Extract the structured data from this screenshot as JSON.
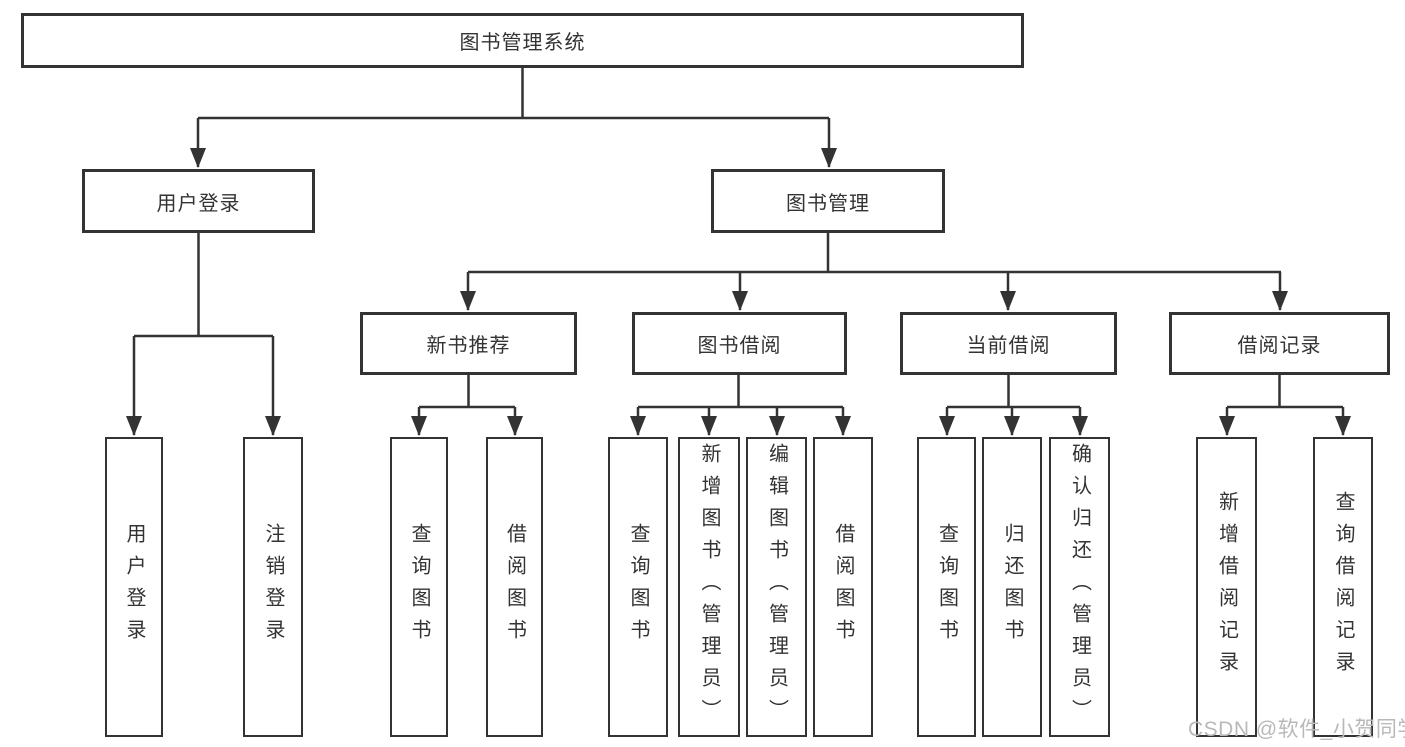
{
  "diagram_title": "图书管理系统",
  "tree": {
    "label": "图书管理系统",
    "children": [
      {
        "label": "用户登录",
        "children": [
          {
            "label": "用户登录"
          },
          {
            "label": "注销登录"
          }
        ]
      },
      {
        "label": "图书管理",
        "children": [
          {
            "label": "新书推荐",
            "children": [
              {
                "label": "查询图书"
              },
              {
                "label": "借阅图书"
              }
            ]
          },
          {
            "label": "图书借阅",
            "children": [
              {
                "label": "查询图书"
              },
              {
                "label": "新增图书（管理员）"
              },
              {
                "label": "编辑图书（管理员）"
              },
              {
                "label": "借阅图书"
              }
            ]
          },
          {
            "label": "当前借阅",
            "children": [
              {
                "label": "查询图书"
              },
              {
                "label": "归还图书"
              },
              {
                "label": "确认归还（管理员）"
              }
            ]
          },
          {
            "label": "借阅记录",
            "children": [
              {
                "label": "新增借阅记录"
              },
              {
                "label": "查询借阅记录"
              }
            ]
          }
        ]
      }
    ]
  },
  "watermark": {
    "text": "CSDN @软件_小贺同学"
  },
  "colors": {
    "line": "#333333",
    "box_border": "#333333",
    "text": "#333333",
    "watermark_text": "#b9b9b9",
    "background": "#ffffff"
  }
}
